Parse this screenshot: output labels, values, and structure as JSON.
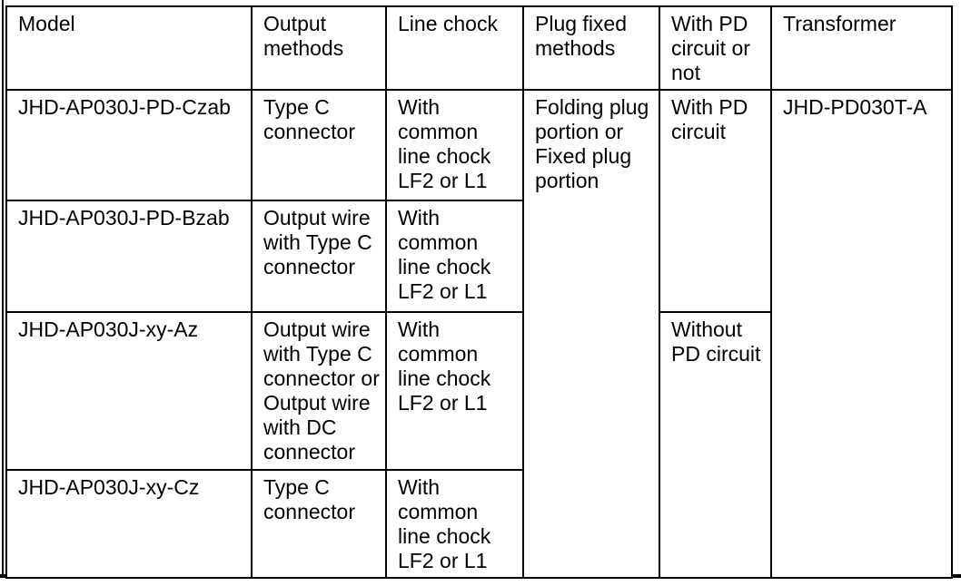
{
  "colors": {
    "background": "#ffffff",
    "text": "#000000",
    "border": "#000000"
  },
  "table": {
    "header": {
      "model": "Model",
      "output_methods": "Output\nmethods",
      "line_chock": "Line chock",
      "plug_fixed_methods": "Plug fixed\nmethods",
      "pd_circuit": "With PD\ncircuit or\nnot",
      "transformer": "Transformer"
    },
    "rows": [
      {
        "model": "JHD-AP030J-PD-Czab",
        "output_method": "Type C\nconnector",
        "line_chock": "With\ncommon\nline chock\nLF2 or L1"
      },
      {
        "model": "JHD-AP030J-PD-Bzab",
        "output_method": "Output wire\nwith Type C\nconnector",
        "line_chock": "With\ncommon\nline chock\nLF2 or L1"
      },
      {
        "model": "JHD-AP030J-xy-Az",
        "output_method": "Output wire\nwith Type C\nconnector or\nOutput wire\nwith DC\nconnector",
        "line_chock": "With\ncommon\nline chock\nLF2 or L1"
      },
      {
        "model": "JHD-AP030J-xy-Cz",
        "output_method": "Type C\nconnector",
        "line_chock": "With\ncommon\nline chock\nLF2 or L1"
      }
    ],
    "merged": {
      "plug_fixed_method": "Folding plug\nportion or\nFixed plug\nportion",
      "with_pd": "With PD\ncircuit",
      "without_pd": "Without\nPD circuit",
      "transformer_model": "JHD-PD030T-A"
    }
  }
}
